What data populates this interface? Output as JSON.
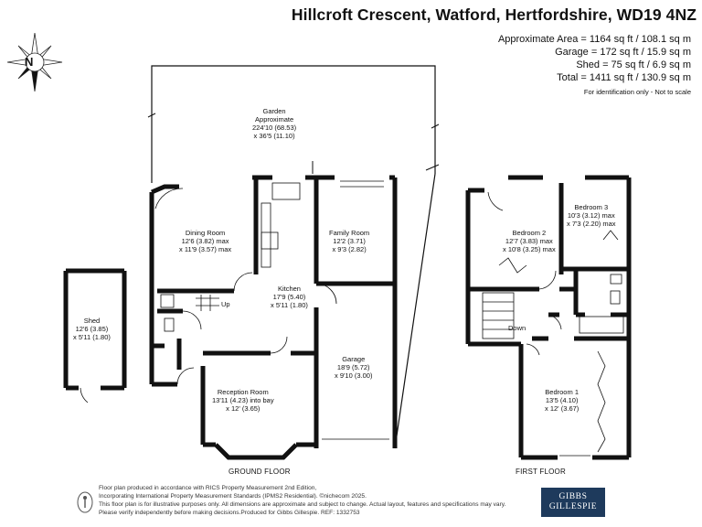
{
  "header": {
    "title": "Hillcroft Crescent, Watford, Hertfordshire, WD19 4NZ",
    "areas": [
      "Approximate Area = 1164 sq ft / 108.1 sq m",
      "Garage = 172 sq ft / 15.9 sq m",
      "Shed = 75 sq ft / 6.9 sq m",
      "Total = 1411 sq ft / 130.9 sq m"
    ],
    "note": "For identification only - Not to scale"
  },
  "compass": {
    "letter": "N"
  },
  "ground_floor": {
    "label": "GROUND FLOOR",
    "rooms": {
      "garden": [
        "Garden",
        "Approximate",
        "224'10 (68.53)",
        "x 36'5 (11.10)"
      ],
      "dining": [
        "Dining Room",
        "12'6 (3.82) max",
        "x 11'9 (3.57) max"
      ],
      "family": [
        "Family Room",
        "12'2 (3.71)",
        "x 9'3 (2.82)"
      ],
      "kitchen": [
        "Kitchen",
        "17'9 (5.40)",
        "x 5'11 (1.80)"
      ],
      "reception": [
        "Reception Room",
        "13'11 (4.23) into bay",
        "x 12' (3.65)"
      ],
      "garage": [
        "Garage",
        "18'9 (5.72)",
        "x 9'10 (3.00)"
      ],
      "shed": [
        "Shed",
        "12'6 (3.85)",
        "x 5'11 (1.80)"
      ]
    },
    "up": "Up"
  },
  "first_floor": {
    "label": "FIRST FLOOR",
    "rooms": {
      "bedroom2": [
        "Bedroom 2",
        "12'7 (3.83) max",
        "x 10'8 (3.25) max"
      ],
      "bedroom3": [
        "Bedroom 3",
        "10'3 (3.12) max",
        "x 7'3 (2.20) max"
      ],
      "bedroom1": [
        "Bedroom 1",
        "13'5 (4.10)",
        "x 12' (3.67)"
      ]
    },
    "down": "Down"
  },
  "footer": {
    "lines": [
      "Floor plan produced in accordance with RICS Property Measurement 2nd Edition,",
      "Incorporating International Property Measurement Standards (IPMS2 Residential). ©nichecom 2025.",
      "This floor plan is for illustrative purposes only. All dimensions are approximate and subject to change. Actual layout, features and specifications may vary.",
      "Please verify independently before making decisions.Produced for Gibbs Gillespie.   REF: 1332753"
    ]
  },
  "logo": {
    "line1": "GIBBS",
    "line2": "GILLESPIE"
  }
}
